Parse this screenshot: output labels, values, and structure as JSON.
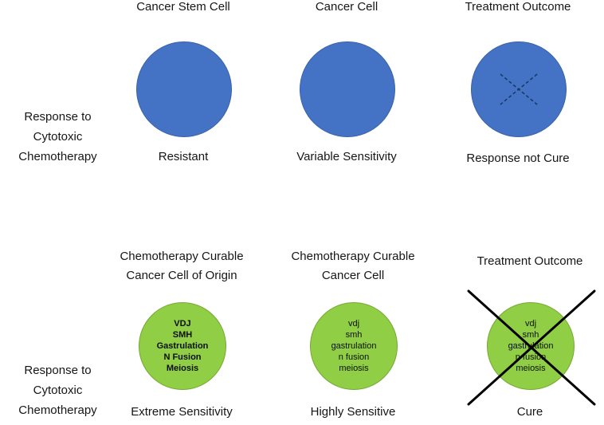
{
  "colors": {
    "circle_blue": "#4472C4",
    "circle_green": "#8FCE45",
    "dashed_x": "#17375E",
    "cross_x": "#000000"
  },
  "top": {
    "headers": [
      "Cancer Stem Cell",
      "Cancer Cell",
      "Treatment Outcome"
    ],
    "left_label": [
      "Response to",
      "Cytotoxic",
      "Chemotherapy"
    ],
    "captions": [
      "Resistant",
      "Variable Sensitivity",
      "Response not Cure"
    ]
  },
  "bottom": {
    "headers": [
      [
        "Chemotherapy Curable",
        "Cancer Cell of Origin"
      ],
      [
        "Chemotherapy Curable",
        "Cancer Cell"
      ],
      [
        "Treatment Outcome"
      ]
    ],
    "left_label": [
      "Response to",
      "Cytotoxic",
      "Chemotherapy"
    ],
    "captions": [
      "Extreme Sensitivity",
      "Highly Sensitive",
      "Cure"
    ],
    "cell1_lines": [
      "VDJ",
      "SMH",
      "Gastrulation",
      "N Fusion",
      "Meiosis"
    ],
    "cell2_lines": [
      "vdj",
      "smh",
      "gastrulation",
      "n fusion",
      "meiosis"
    ],
    "cell3_lines": [
      "vdj",
      "smh",
      "gastrulation",
      "n fusion",
      "meiosis"
    ]
  }
}
